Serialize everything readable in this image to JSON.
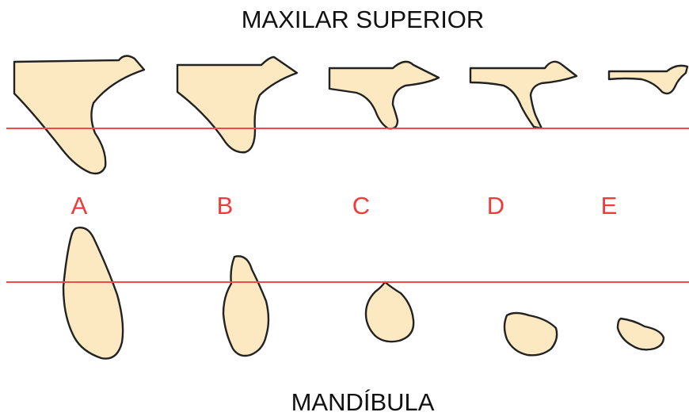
{
  "title_top": "MAXILAR SUPERIOR",
  "title_bottom": "MANDÍBULA",
  "classes": [
    "A",
    "B",
    "C",
    "D",
    "E"
  ],
  "colors": {
    "bone_fill": "#fce9c2",
    "outline": "#222222",
    "reference_line": "#ef4b4b",
    "letters": "#ee3b3b",
    "text": "#111111"
  }
}
